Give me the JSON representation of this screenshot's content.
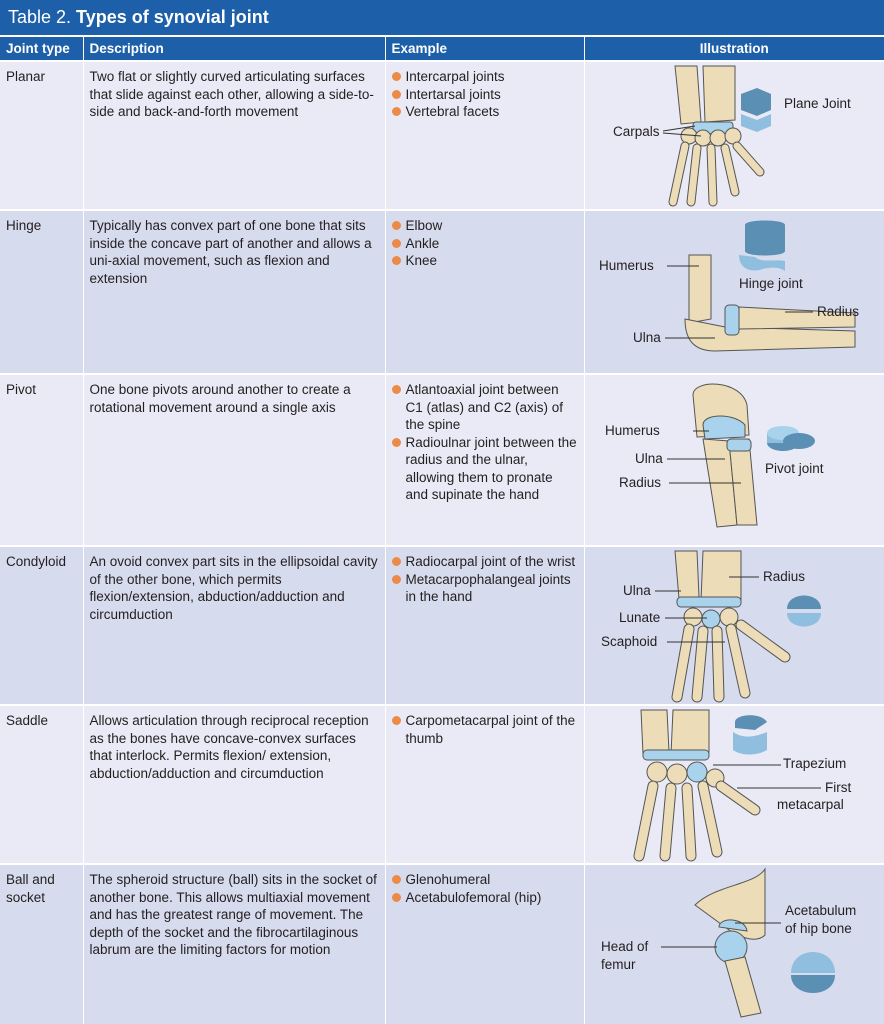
{
  "title": {
    "prefix": "Table 2.",
    "main": "Types of synovial joint"
  },
  "headers": {
    "type": "Joint type",
    "description": "Description",
    "example": "Example",
    "illustration": "Illustration"
  },
  "rows": [
    {
      "type": "Planar",
      "description": "Two flat or slightly curved articulating surfaces that slide against each other, allowing a side-to-side and back-and-forth movement",
      "examples": [
        "Intercarpal joints",
        "Intertarsal joints",
        "Vertebral facets"
      ],
      "labels": [
        "Plane Joint",
        "Carpals"
      ]
    },
    {
      "type": "Hinge",
      "description": "Typically has convex part of one bone that sits inside the concave part of another and allows a uni-axial movement, such as flexion and extension",
      "examples": [
        "Elbow",
        "Ankle",
        "Knee"
      ],
      "labels": [
        "Humerus",
        "Hinge joint",
        "Radius",
        "Ulna"
      ]
    },
    {
      "type": "Pivot",
      "description": "One bone pivots around another to create a rotational movement around a single axis",
      "examples": [
        "Atlantoaxial joint between C1 (atlas) and C2 (axis) of the spine",
        "Radioulnar joint between the radius and the ulnar, allowing them to pronate and supinate the hand"
      ],
      "labels": [
        "Humerus",
        "Ulna",
        "Radius",
        "Pivot joint"
      ]
    },
    {
      "type": "Condyloid",
      "description": "An ovoid convex part sits in the ellipsoidal cavity of the other bone, which permits flexion/extension, abduction/adduction and circumduction",
      "examples": [
        "Radiocarpal joint of the wrist",
        "Metacarpophalangeal joints in the hand"
      ],
      "labels": [
        "Ulna",
        "Radius",
        "Lunate",
        "Scaphoid"
      ]
    },
    {
      "type": "Saddle",
      "description": "Allows articulation through reciprocal reception as the bones have concave-convex surfaces that interlock. Permits flexion/ extension, abduction/adduction and circumduction",
      "examples": [
        "Carpometacarpal joint of the thumb"
      ],
      "labels": [
        "Trapezium",
        "First",
        "metacarpal"
      ]
    },
    {
      "type": "Ball and socket",
      "description": "The spheroid structure (ball) sits in the socket of another bone. This allows multiaxial movement and has the greatest range of movement. The depth of the socket and the fibrocartilaginous labrum are the limiting factors for motion",
      "examples": [
        "Glenohumeral",
        "Acetabulofemoral (hip)"
      ],
      "labels": [
        "Acetabulum",
        "of hip bone",
        "Head of",
        "femur"
      ]
    }
  ]
}
